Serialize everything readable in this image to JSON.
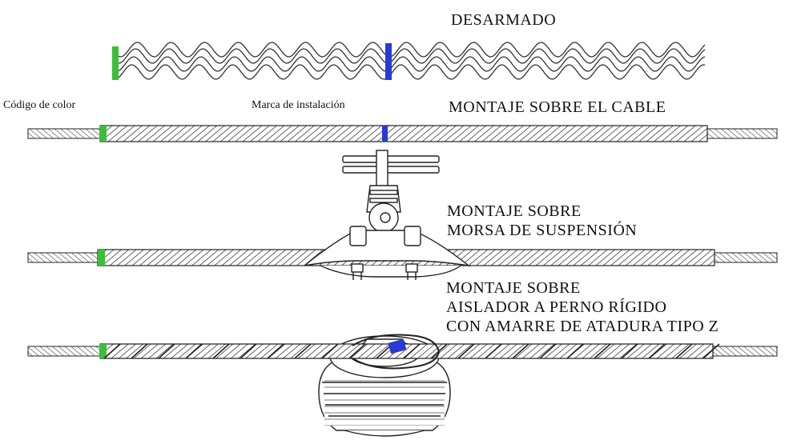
{
  "labels": {
    "desarmado": "DESARMADO",
    "codigo_color": "Código de color",
    "marca_instalacion": "Marca de instalación",
    "montaje_cable": "MONTAJE SOBRE EL CABLE",
    "montaje_morsa_1": "MONTAJE SOBRE",
    "montaje_morsa_2": "MORSA DE SUSPENSIÓN",
    "montaje_aislador_1": "MONTAJE SOBRE",
    "montaje_aislador_2": "AISLADOR A PERNO RÍGIDO",
    "montaje_aislador_3": "CON AMARRE DE ATADURA TIPO Z"
  },
  "colors": {
    "color_code_mark": "#3bbf3b",
    "installation_mark": "#2a3ad6",
    "line": "#222222",
    "background": "#ffffff"
  },
  "icons": [
    "preformed-rod-icon",
    "suspension-clamp-icon",
    "pin-insulator-icon"
  ]
}
